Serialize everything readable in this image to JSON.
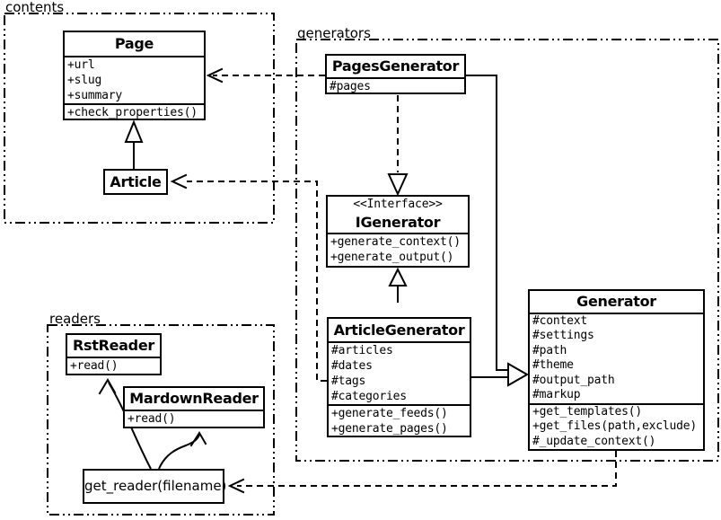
{
  "diagram": {
    "type": "uml-class-diagram",
    "colors": {
      "line": "#000000",
      "background": "#ffffff"
    }
  },
  "packages": {
    "contents": {
      "label": "contents"
    },
    "generators": {
      "label": "generators"
    },
    "readers": {
      "label": "readers"
    }
  },
  "classes": {
    "page": {
      "title": "Page",
      "attributes": [
        "+url",
        "+slug",
        "+summary"
      ],
      "methods": [
        "+check_properties()"
      ]
    },
    "article": {
      "title": "Article"
    },
    "pages_generator": {
      "title": "PagesGenerator",
      "attributes": [
        "#pages"
      ]
    },
    "igenerator": {
      "stereotype": "<<Interface>>",
      "title": "IGenerator",
      "methods": [
        "+generate_context()",
        "+generate_output()"
      ]
    },
    "article_generator": {
      "title": "ArticleGenerator",
      "attributes": [
        "#articles",
        "#dates",
        "#tags",
        "#categories"
      ],
      "methods": [
        "+generate_feeds()",
        "+generate_pages()"
      ]
    },
    "generator": {
      "title": "Generator",
      "attributes": [
        "#context",
        "#settings",
        "#path",
        "#theme",
        "#output_path",
        "#markup"
      ],
      "methods": [
        "+get_templates()",
        "+get_files(path,exclude)",
        "#_update_context()"
      ]
    },
    "rst_reader": {
      "title": "RstReader",
      "methods": [
        "+read()"
      ]
    },
    "mardown_reader": {
      "title": "MardownReader",
      "methods": [
        "+read()"
      ]
    },
    "get_reader": {
      "label": "get_reader(filename)"
    }
  }
}
